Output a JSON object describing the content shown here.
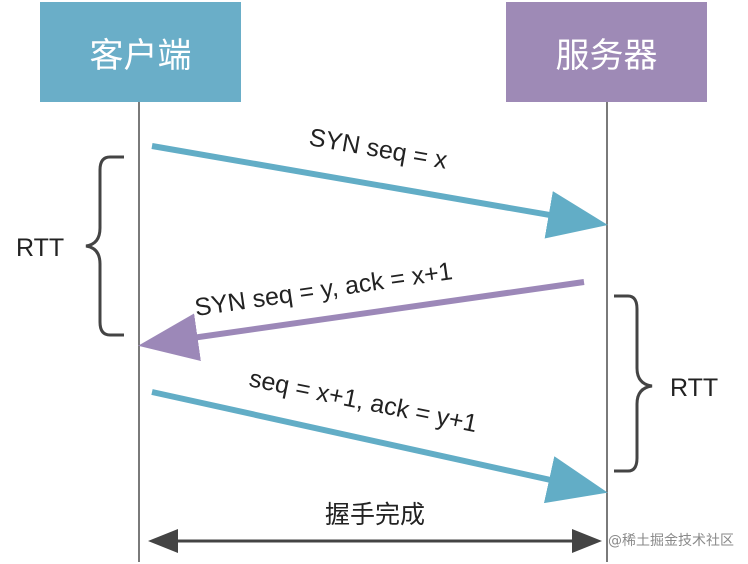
{
  "client": {
    "label": "客户端"
  },
  "server": {
    "label": "服务器"
  },
  "messages": [
    {
      "text": "SYN seq = x",
      "direction": "client-to-server"
    },
    {
      "text": "SYN seq = y, ack = x+1",
      "direction": "server-to-client"
    },
    {
      "text": "seq = x+1, ack = y+1",
      "direction": "client-to-server"
    }
  ],
  "rtt": {
    "left": "RTT",
    "right": "RTT"
  },
  "done": {
    "label": "握手完成"
  },
  "watermark": "@稀土掘金技术社区",
  "colors": {
    "client": "#6aaec8",
    "server": "#9e8ab6",
    "arrow_forward": "#62adc6",
    "arrow_back": "#9c88b8",
    "lifeline": "#333333",
    "brace": "#444444",
    "text": "#222222"
  }
}
